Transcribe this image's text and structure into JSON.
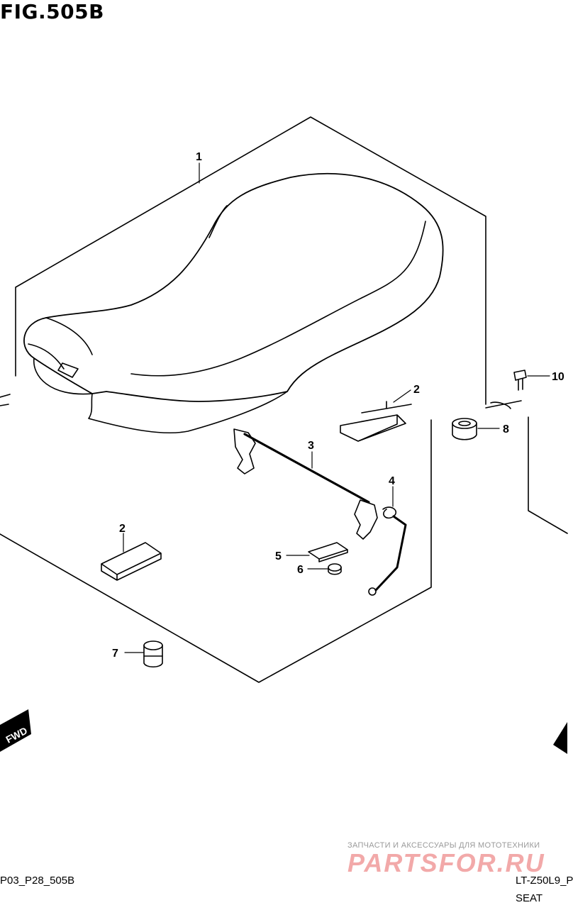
{
  "figure": {
    "title": "FIG.505B"
  },
  "callouts": {
    "seat": "1",
    "pad_right": "2",
    "pad_left": "2",
    "rod": "3",
    "clip": "4",
    "plate": "5",
    "nut": "6",
    "cushion_front": "7",
    "cushion_rear": "8",
    "bolt": "10"
  },
  "fwd_badge": "FWD",
  "watermark": {
    "tagline": "ЗАПЧАСТИ И АКСЕССУАРЫ ДЛЯ МОТОТЕХНИКИ",
    "logo": "PARTSFOR.RU"
  },
  "footer": {
    "left_code": "P03_P28_505B",
    "right_code": "LT-Z50L9_P",
    "section_name": "SEAT"
  }
}
